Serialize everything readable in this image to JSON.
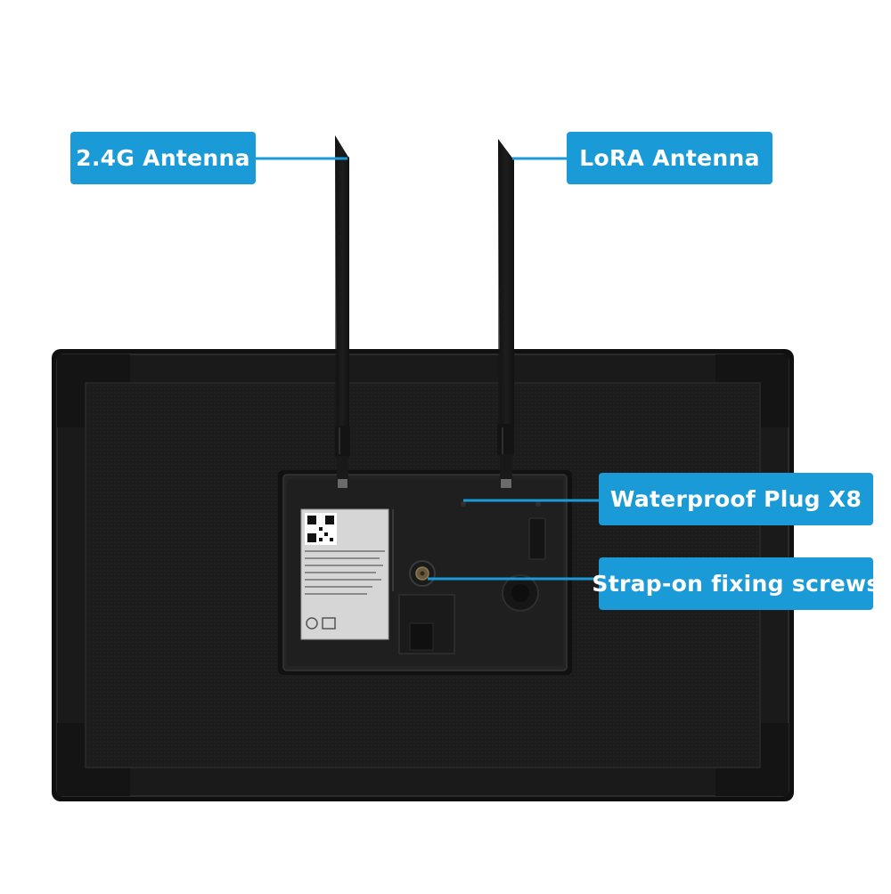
{
  "callouts": {
    "antenna_2g": "2.4G Antenna",
    "antenna_lora": "LoRA Antenna",
    "waterproof_plug": "Waterproof Plug X8",
    "fixing_screws": "Strap-on fixing screws"
  },
  "colors": {
    "callout_bg": "#1a9ad6",
    "callout_text": "#ffffff",
    "panel": "#1b1b1b",
    "panel_frame": "#0f0f0f",
    "device": "#222222",
    "label_sticker": "#d8d8d8"
  }
}
